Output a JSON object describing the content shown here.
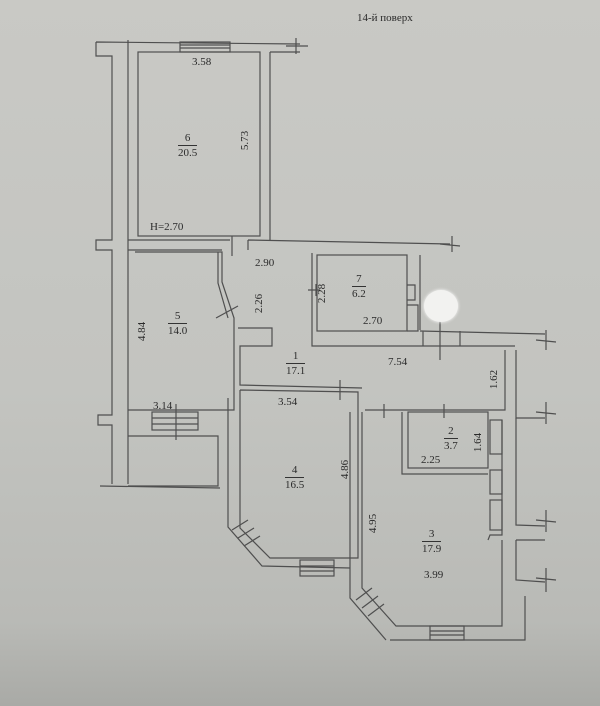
{
  "title": "14-й поверх",
  "ceiling_height": "H=2.70",
  "rooms": [
    {
      "id": "1",
      "area": "17.1"
    },
    {
      "id": "2",
      "area": "3.7"
    },
    {
      "id": "3",
      "area": "17.9"
    },
    {
      "id": "4",
      "area": "16.5"
    },
    {
      "id": "5",
      "area": "14.0"
    },
    {
      "id": "6",
      "area": "20.5"
    },
    {
      "id": "7",
      "area": "6.2"
    }
  ],
  "dimensions": {
    "r6_width": "3.58",
    "r6_length": "5.73",
    "r5_length": "4.84",
    "r5_width": "3.14",
    "hall_top": "2.90",
    "hall_side": "2.26",
    "r7_side": "2.28",
    "r7_width": "2.70",
    "corridor_length": "7.54",
    "corridor_width": "1.62",
    "r4_width": "3.54",
    "r4_length": "4.86",
    "r3_length": "4.95",
    "r3_width": "3.99",
    "r2_width": "2.25",
    "r2_length": "1.64"
  },
  "colors": {
    "paper": "#c6c7c3",
    "line": "#4a4a4a",
    "text": "#2a2a2a"
  }
}
